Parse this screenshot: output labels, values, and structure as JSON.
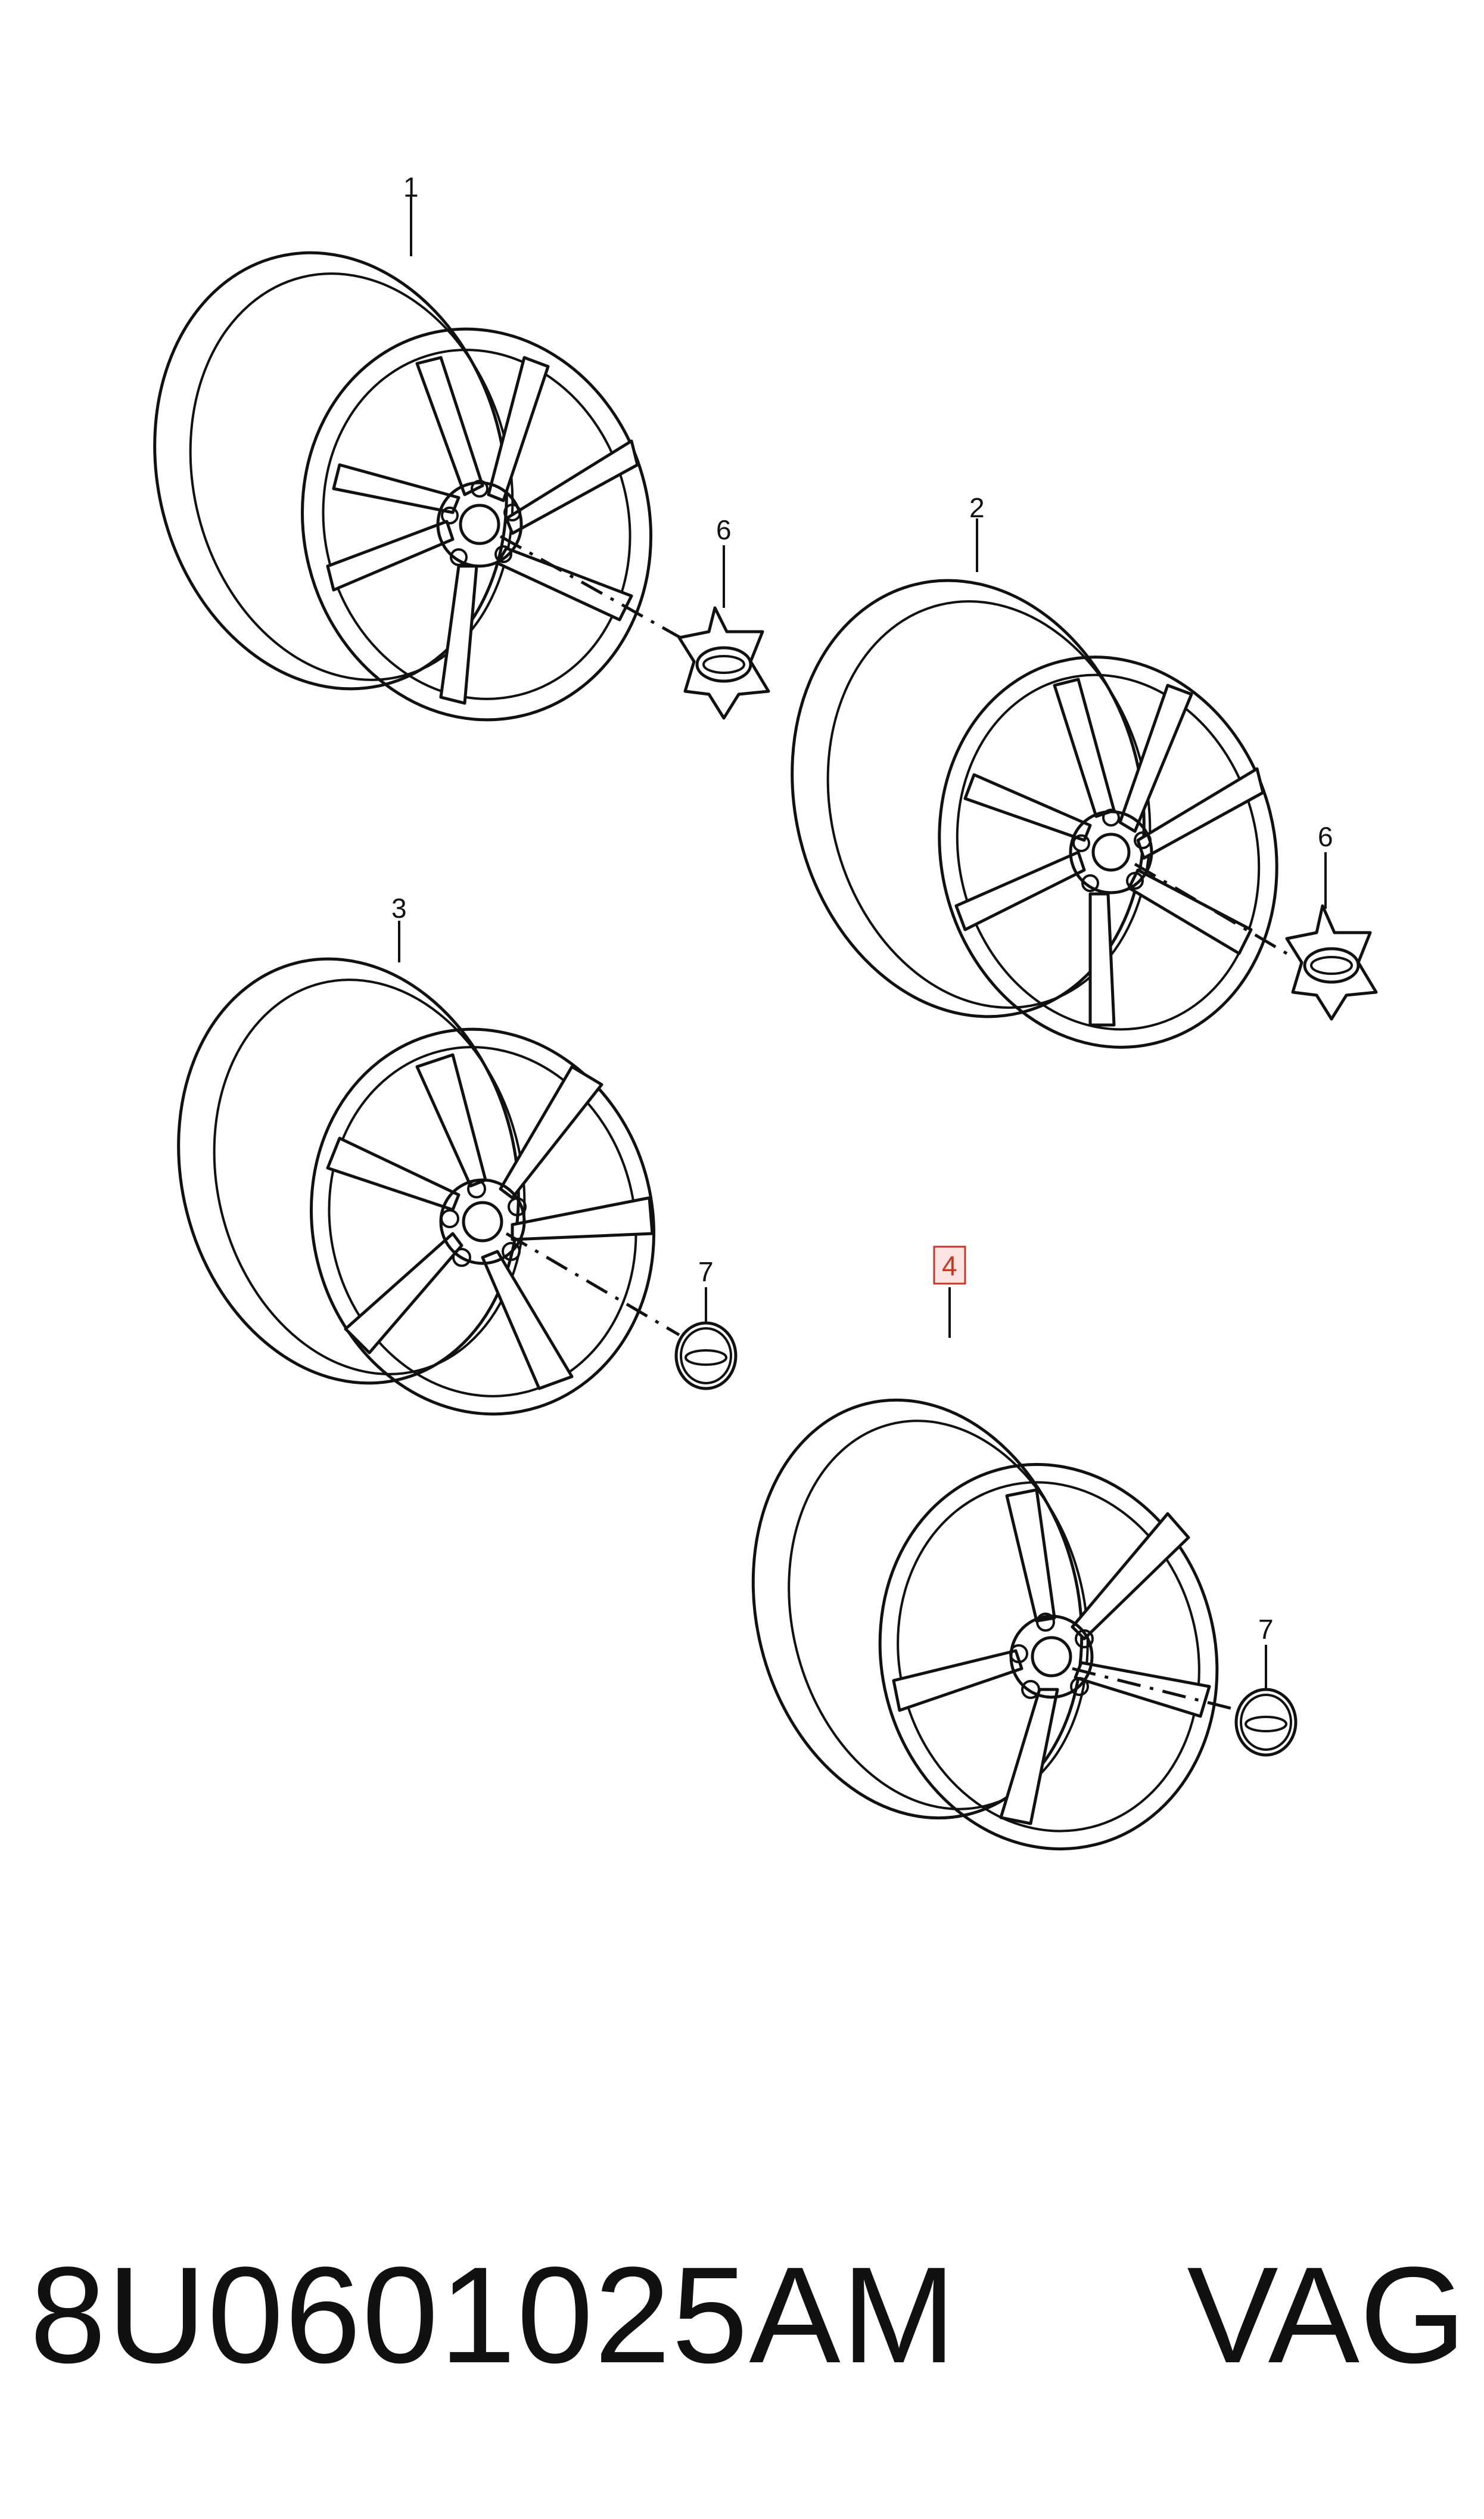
{
  "callouts": [
    {
      "id": "c1",
      "label": "1"
    },
    {
      "id": "c2",
      "label": "2"
    },
    {
      "id": "c3",
      "label": "3"
    },
    {
      "id": "c4",
      "label": "4",
      "highlight": true
    },
    {
      "id": "c6a",
      "label": "6"
    },
    {
      "id": "c6b",
      "label": "6"
    },
    {
      "id": "c7a",
      "label": "7"
    },
    {
      "id": "c7b",
      "label": "7"
    }
  ],
  "footer": {
    "part_number": "8U0601025AM",
    "brand": "VAG"
  },
  "colors": {
    "line": "#111111",
    "highlight": "#c0392b",
    "highlight_fill": "#fde2e2"
  }
}
